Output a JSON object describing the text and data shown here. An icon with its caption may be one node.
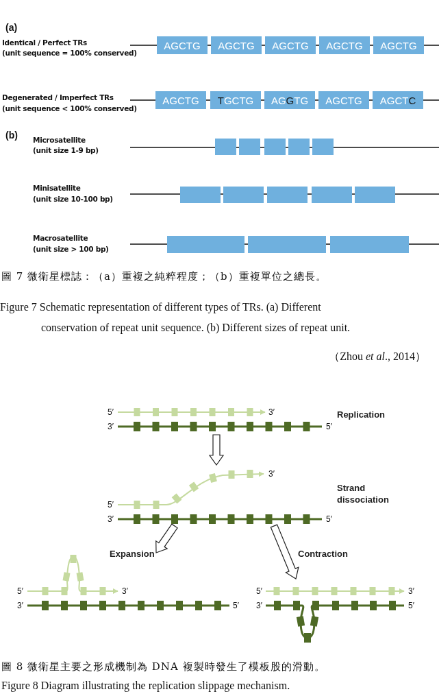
{
  "diagram": {
    "nodes": [
      {
        "text": [
          "AGCTG"
        ]
      },
      {
        "text": [
          "AGCTG"
        ]
      },
      {
        "text": [
          "AGCTG"
        ]
      },
      {
        "text": [
          "AGCTG"
        ]
      },
      {
        "text": [
          "AGCTG"
        ]
      },
      {
        "text": [
          "AGCTG"
        ]
      },
      {
        "text": [
          "**T**GCTG"
        ]
      },
      {
        "text": [
          "AG**G**TG"
        ]
      },
      {
        "text": [
          "AGCTG"
        ]
      },
      {
        "text": [
          "AGCT**C**"
        ]
      },
      {
        "text": [],
        "shape": "box"
      },
      {
        "text": [],
        "shape": "box"
      },
      {
        "text": [],
        "shape": "box"
      },
      {
        "text": [],
        "shape": "box"
      },
      {
        "text": [],
        "shape": "box"
      },
      {
        "text": [],
        "shape": "box"
      },
      {
        "text": [],
        "shape": "box"
      },
      {
        "text": [],
        "shape": "box"
      },
      {
        "text": [],
        "shape": "box"
      },
      {
        "text": [],
        "shape": "box"
      },
      {
        "text": [],
        "shape": "box"
      },
      {
        "text": [],
        "shape": "box"
      },
      {
        "text": [],
        "shape": "box"
      },
      {
        "text": [
          "5′",
          "3′",
          "Replication",
          "3′",
          "5′"
        ]
      },
      {
        "text": [
          "3′",
          "Strand dissociation",
          "5′",
          "3′",
          "5′"
        ]
      },
      {
        "text": [
          "5′",
          "3′",
          "3′",
          "5′"
        ]
      },
      {
        "text": [
          "5′",
          "3′",
          "3′",
          "5′"
        ]
      }
    ],
    "edges": [
      {
        "from": 23,
        "to": 24,
        "arrow": "to"
      },
      {
        "from": 24,
        "to": 25,
        "arrow": "to",
        "label": "Expansion"
      },
      {
        "from": 24,
        "to": 26,
        "arrow": "to",
        "label": "Contraction"
      }
    ],
    "labels": [
      "(a)",
      "Identical / Perfect TRs",
      "(unit sequence = 100% conserved)",
      "Degenerated / Imperfect TRs",
      "(unit sequence < 100% conserved)",
      "(b)",
      "Microsatellite",
      "(unit size 1-9 bp)",
      "Minisatellite",
      "(unit size 10-100 bp)",
      "Macrosatellite",
      "(unit size > 100 bp)",
      "圖 7 微衛星標誌：（a）重複之純粹程度；（b）重複單位之總長。",
      "Figure 7 Schematic representation of different types of TRs. (a) Different conservation of repeat unit sequence. (b) Different sizes of repeat unit.",
      "（Zhou *et al*., 2014）",
      "圖 8 微衛星主要之形成機制為 DNA 複製時發生了模板股的滑動。",
      "Figure 8 Diagram illustrating the replication slippage mechanism."
    ]
  }
}
